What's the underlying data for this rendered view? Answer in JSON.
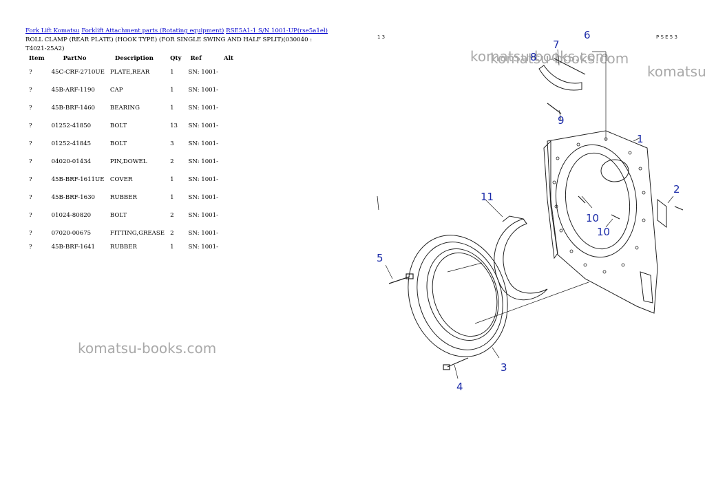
{
  "breadcrumb": {
    "link1": "Fork Lift Komatsu",
    "link2": "Forklift Attachment parts (Rotating equipment)",
    "link3": "RSE5A1-1 S/N 1001-UP(rse5a1el)"
  },
  "title": "ROLL CLAMP (REAR PLATE) (HOOK TYPE) (FOR SINGLE SWING AND HALF SPLIT)(030040 : T4021-25A2)",
  "table": {
    "headers": [
      "Item",
      "PartNo",
      "Description",
      "Qty",
      "Ref",
      "Alt"
    ],
    "rows": [
      {
        "item": "?",
        "part": "45C-CRF-2710UE",
        "desc": "PLATE,REAR",
        "qty": "1",
        "ref": "SN: 1001-",
        "alt": ""
      },
      {
        "item": "?",
        "part": "45B-ARF-1190",
        "desc": "CAP",
        "qty": "1",
        "ref": "SN: 1001-",
        "alt": ""
      },
      {
        "item": "?",
        "part": "45B-BRF-1460",
        "desc": "BEARING",
        "qty": "1",
        "ref": "SN: 1001-",
        "alt": ""
      },
      {
        "item": "?",
        "part": "01252-41850",
        "desc": "BOLT",
        "qty": "13",
        "ref": "SN: 1001-",
        "alt": ""
      },
      {
        "item": "?",
        "part": "01252-41845",
        "desc": "BOLT",
        "qty": "3",
        "ref": "SN: 1001-",
        "alt": ""
      },
      {
        "item": "?",
        "part": "04020-01434",
        "desc": "PIN,DOWEL",
        "qty": "2",
        "ref": "SN: 1001-",
        "alt": ""
      },
      {
        "item": "?",
        "part": "45B-BRF-1611UE",
        "desc": "COVER",
        "qty": "1",
        "ref": "SN: 1001-",
        "alt": ""
      },
      {
        "item": "?",
        "part": "45B-BRF-1630",
        "desc": "RUBBER",
        "qty": "1",
        "ref": "SN: 1001-",
        "alt": ""
      },
      {
        "item": "?",
        "part": "01024-80820",
        "desc": "BOLT",
        "qty": "2",
        "ref": "SN: 1001-",
        "alt": ""
      },
      {
        "item": "?",
        "part": "07020-00675",
        "desc": "FITTING,GREASE",
        "qty": "2",
        "ref": "SN: 1001-",
        "alt": ""
      },
      {
        "item": "?",
        "part": "45B-BRF-1641",
        "desc": "RUBBER",
        "qty": "1",
        "ref": "SN: 1001-",
        "alt": ""
      }
    ]
  },
  "watermarks": [
    "komatsu-books.com",
    "komatsu-books.com",
    "komatsu-books.com",
    "komatsu"
  ],
  "diagram": {
    "corner_left": "1 3",
    "corner_right": "P S E 5 3",
    "callouts": [
      "1",
      "2",
      "3",
      "4",
      "5",
      "6",
      "7",
      "8",
      "9",
      "10",
      "10",
      "11"
    ],
    "callout_color": "#1a2aa8"
  }
}
